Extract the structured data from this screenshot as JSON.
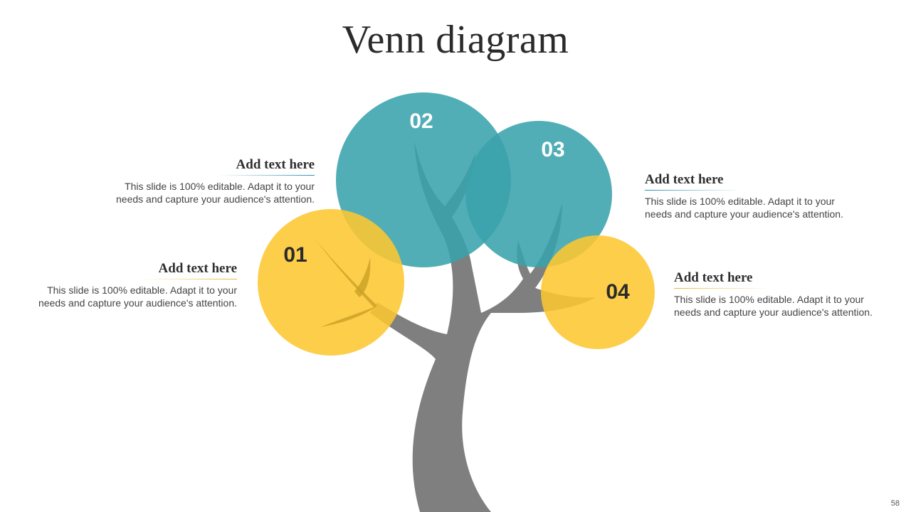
{
  "slide": {
    "title": "Venn diagram",
    "page_number": "58"
  },
  "colors": {
    "teal": "#3aa3ac",
    "yellow": "#fdc731",
    "trunk": "#7f7f7f",
    "teal_rule": "#2a8fb0",
    "yellow_rule": "#e8b830"
  },
  "circles": [
    {
      "number": "01",
      "color": "yellow"
    },
    {
      "number": "02",
      "color": "teal"
    },
    {
      "number": "03",
      "color": "teal"
    },
    {
      "number": "04",
      "color": "yellow"
    }
  ],
  "blocks": [
    {
      "heading": "Add text here",
      "line1": "This slide is 100% editable. Adapt it to your",
      "line2": "needs and capture your audience's attention."
    },
    {
      "heading": "Add text here",
      "line1": "This slide is 100% editable. Adapt it to your",
      "line2": "needs and capture your audience's attention."
    },
    {
      "heading": "Add text here",
      "line1": "This slide is 100% editable. Adapt it to your",
      "line2": "needs and capture your audience's attention."
    },
    {
      "heading": "Add text here",
      "line1": "This slide is 100% editable. Adapt it to your",
      "line2": "needs and capture your audience's attention."
    }
  ]
}
